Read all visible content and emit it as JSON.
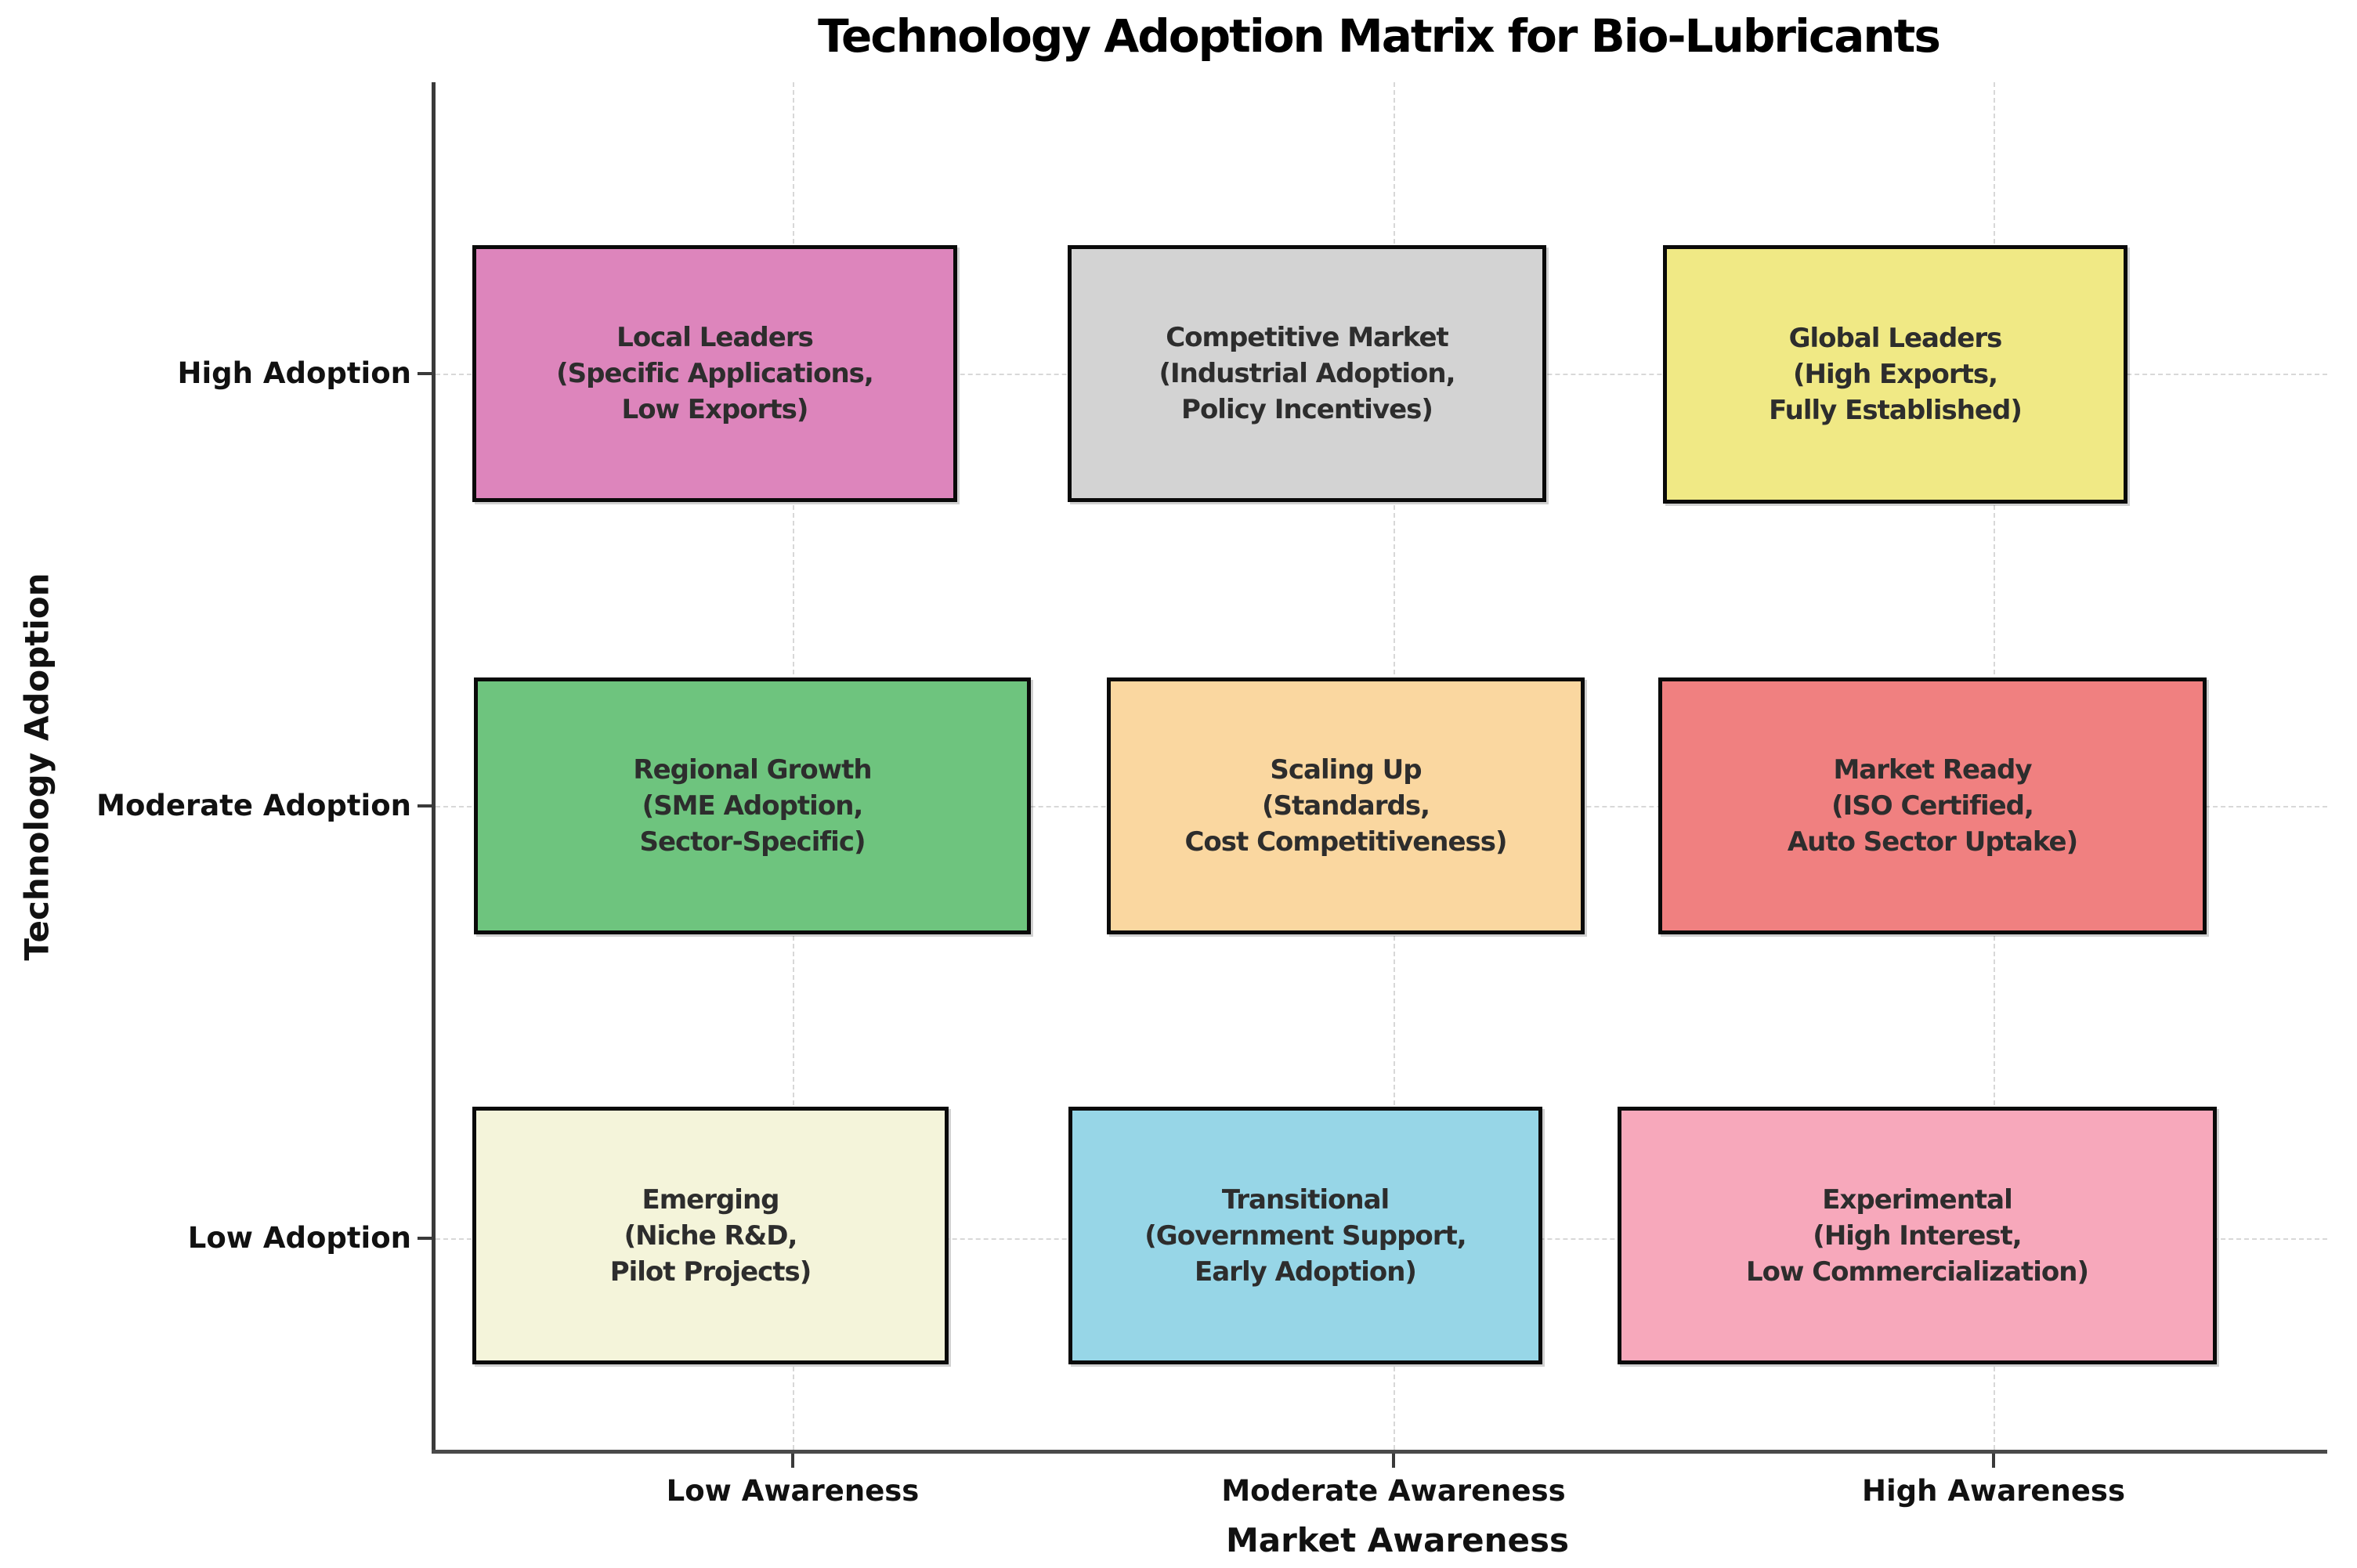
{
  "chart_data": {
    "type": "heatmap",
    "subtype": "categorical-matrix",
    "title": "Technology Adoption Matrix for Bio-Lubricants",
    "xlabel": "Market Awareness",
    "ylabel": "Technology Adoption",
    "x_categories": [
      "Low Awareness",
      "Moderate Awareness",
      "High Awareness"
    ],
    "y_categories": [
      "High Adoption",
      "Moderate Adoption",
      "Low Adoption"
    ],
    "grid": "dashed, light gray, behind cells",
    "legend": "none",
    "background_color": "#ffffff",
    "cell_border_color": "#0a0a0a",
    "cells": [
      {
        "row": "High Adoption",
        "col": "Low Awareness",
        "lines": [
          "Local Leaders",
          "(Specific Applications,",
          "Low Exports)"
        ],
        "color": "#DD85BC"
      },
      {
        "row": "High Adoption",
        "col": "Moderate Awareness",
        "lines": [
          "Competitive Market",
          "(Industrial Adoption,",
          "Policy Incentives)"
        ],
        "color": "#D3D3D3"
      },
      {
        "row": "High Adoption",
        "col": "High Awareness",
        "lines": [
          "Global Leaders",
          "(High Exports,",
          "Fully Established)"
        ],
        "color": "#F0E985"
      },
      {
        "row": "Moderate Adoption",
        "col": "Low Awareness",
        "lines": [
          "Regional Growth",
          "(SME Adoption,",
          "Sector-Specific)"
        ],
        "color": "#6EC47E"
      },
      {
        "row": "Moderate Adoption",
        "col": "Moderate Awareness",
        "lines": [
          "Scaling Up",
          "(Standards,",
          "Cost Competitiveness)"
        ],
        "color": "#FAD7A0"
      },
      {
        "row": "Moderate Adoption",
        "col": "High Awareness",
        "lines": [
          "Market Ready",
          "(ISO Certified,",
          "Auto Sector Uptake)"
        ],
        "color": "#F08080"
      },
      {
        "row": "Low Adoption",
        "col": "Low Awareness",
        "lines": [
          "Emerging",
          "(Niche R&D,",
          "Pilot Projects)"
        ],
        "color": "#F4F4DA"
      },
      {
        "row": "Low Adoption",
        "col": "Moderate Awareness",
        "lines": [
          "Transitional",
          "(Government Support,",
          "Early Adoption)"
        ],
        "color": "#97D6E7"
      },
      {
        "row": "Low Adoption",
        "col": "High Awareness",
        "lines": [
          "Experimental",
          "(High Interest,",
          "Low Commercialization)"
        ],
        "color": "#F7A8BB"
      }
    ]
  }
}
